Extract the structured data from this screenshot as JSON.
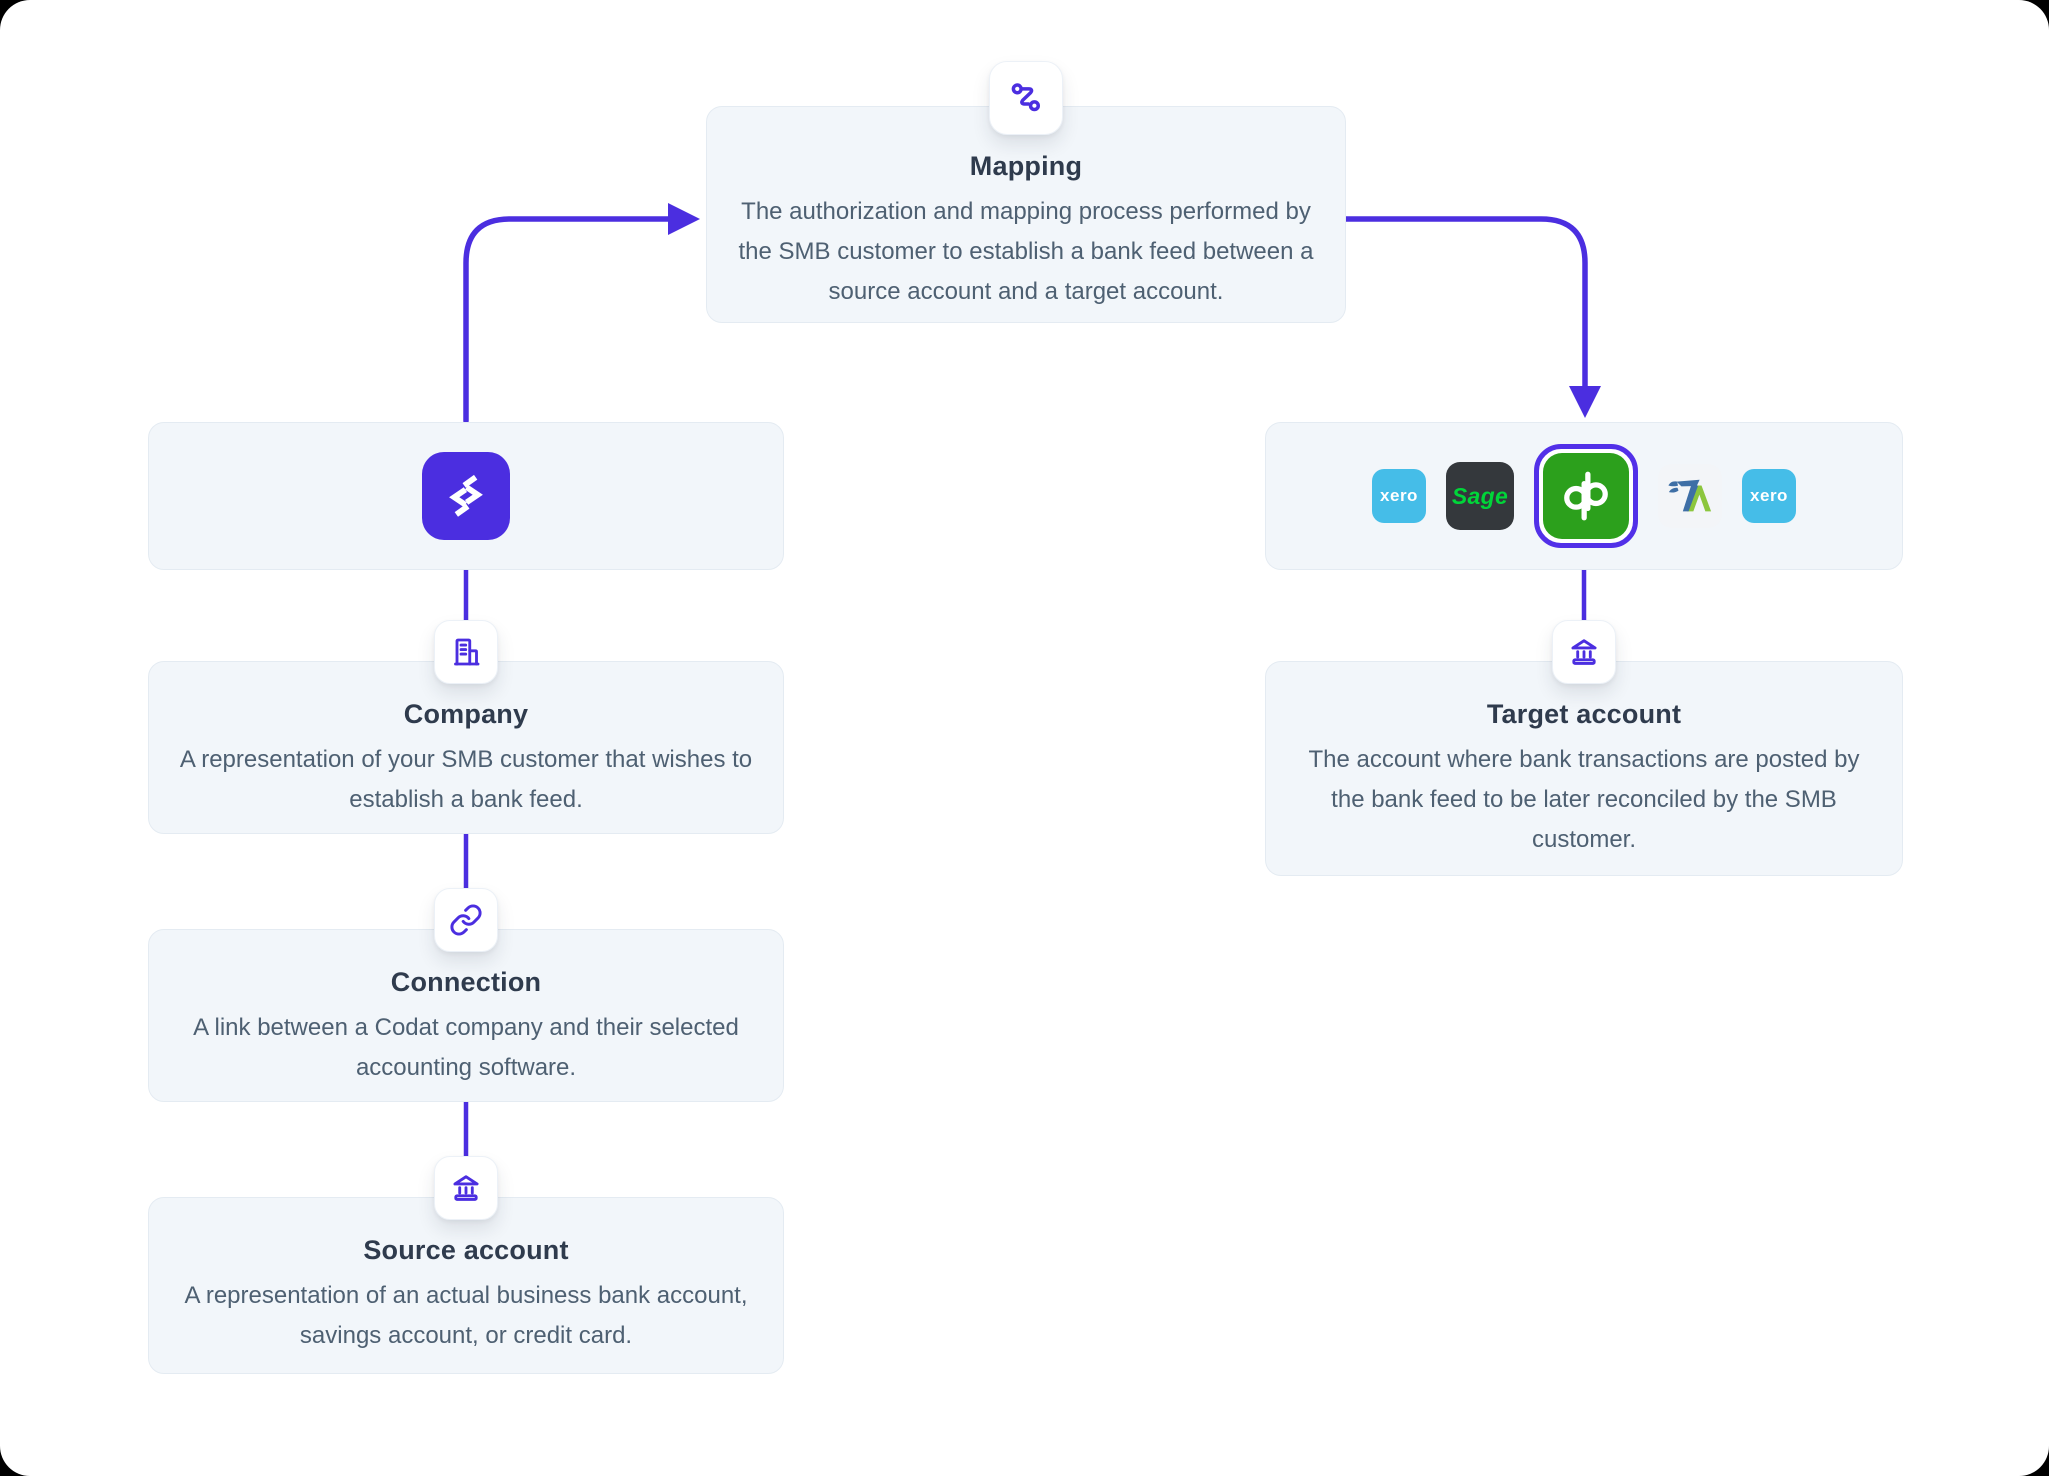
{
  "colors": {
    "accent": "#4B2EE0",
    "card_bg": "#F2F6FA",
    "card_border": "#E4EBF2",
    "title_color": "#2F3B4D",
    "body_color": "#4E6072",
    "badge_bg": "#FFFFFF",
    "xero_blue": "#45BDE8",
    "sage_bg": "#34383C",
    "sage_green": "#00D639",
    "qb_green": "#2CA01C",
    "ring_purple": "#5230E8",
    "freeagent_bg": "#F3F5F8",
    "freeagent_blue": "#3E6FA6",
    "freeagent_green": "#8CC63E"
  },
  "nodes": {
    "mapping": {
      "title": "Mapping",
      "description": "The authorization and mapping process performed by the SMB customer to establish a bank feed between a source account and a target account.",
      "icon": "route-icon"
    },
    "company": {
      "title": "Company",
      "description": "A representation of your SMB customer that wishes to establish a bank feed.",
      "icon": "building-icon"
    },
    "connection": {
      "title": "Connection",
      "description": "A link between a Codat company and their selected accounting software.",
      "icon": "link-icon"
    },
    "source_account": {
      "title": "Source account",
      "description": "A representation of an actual business bank account, savings account, or credit card.",
      "icon": "bank-icon"
    },
    "target_account": {
      "title": "Target account",
      "description": "The account where bank transactions are posted by the bank feed to be later reconciled by the SMB customer.",
      "icon": "bank-icon"
    },
    "codat": {
      "logo": "codat-logo"
    }
  },
  "integrations": {
    "items": [
      {
        "name": "xero",
        "label": "xero"
      },
      {
        "name": "sage",
        "label": "Sage"
      },
      {
        "name": "quickbooks",
        "label": "qb",
        "selected": true
      },
      {
        "name": "freeagent",
        "label": "FreeAgent"
      },
      {
        "name": "xero",
        "label": "xero"
      }
    ]
  }
}
